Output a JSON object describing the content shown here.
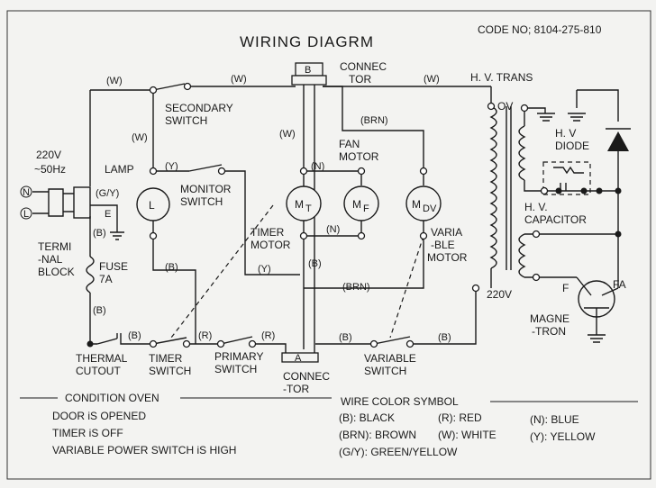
{
  "title": "WIRING DIAGRM",
  "code": "CODE NO; 8104-275-810",
  "power": {
    "voltage": "220V",
    "freq": "~50Hz",
    "n": "N",
    "l": "L"
  },
  "components": {
    "lamp": "LAMP",
    "lamp_symbol": "L",
    "secondary_switch": [
      "SECONDARY",
      "SWITCH"
    ],
    "monitor_switch": [
      "MONITOR",
      "SWITCH"
    ],
    "terminal_block": [
      "TERMI",
      "-NAL",
      "BLOCK"
    ],
    "fuse": [
      "FUSE",
      "7A"
    ],
    "thermal_cutout": [
      "THERMAL",
      "CUTOUT"
    ],
    "timer_switch": [
      "TIMER",
      "SWITCH"
    ],
    "primary_switch": [
      "PRIMARY",
      "SWITCH"
    ],
    "connector_top": [
      "CONNEC",
      "TOR"
    ],
    "connector_bottom": [
      "CONNEC",
      "-TOR"
    ],
    "connector_top_letter": "B",
    "connector_bottom_letter": "A",
    "fan_motor": [
      "FAN",
      "MOTOR"
    ],
    "timer_motor": [
      "TIMER",
      "MOTOR"
    ],
    "variable_motor": [
      "VARIA",
      "-BLE",
      "MOTOR"
    ],
    "variable_switch": [
      "VARIABLE",
      "SWITCH"
    ],
    "hv_trans": "H. V. TRANS",
    "ov": "OV",
    "v220": "220V",
    "hv_diode": [
      "H. V",
      "DIODE"
    ],
    "hv_capacitor": [
      "H. V.",
      "CAPACITOR"
    ],
    "magnetron": [
      "MAGNE",
      "-TRON"
    ],
    "f": "F",
    "fa": "FA",
    "mt": "M",
    "mt_sub": "T",
    "mf": "M",
    "mf_sub": "F",
    "mdv": "M",
    "mdv_sub": "DV",
    "e": "E"
  },
  "wire_tags": {
    "w": "(W)",
    "y": "(Y)",
    "b": "(B)",
    "n": "(N)",
    "brn": "(BRN)",
    "r": "(R)",
    "gy": "(G/Y)"
  },
  "condition": {
    "heading": "CONDITION OVEN",
    "lines": [
      "DOOR iS OPENED",
      "TIMER iS OFF",
      "VARIABLE POWER SWITCH iS HIGH"
    ]
  },
  "wire_colors": {
    "heading": "WIRE COLOR SYMBOL",
    "items": [
      "(B): BLACK",
      "(R): RED",
      "(N): BLUE",
      "(BRN): BROWN",
      "(W): WHITE",
      "(Y): YELLOW",
      "(G/Y): GREEN/YELLOW"
    ]
  }
}
